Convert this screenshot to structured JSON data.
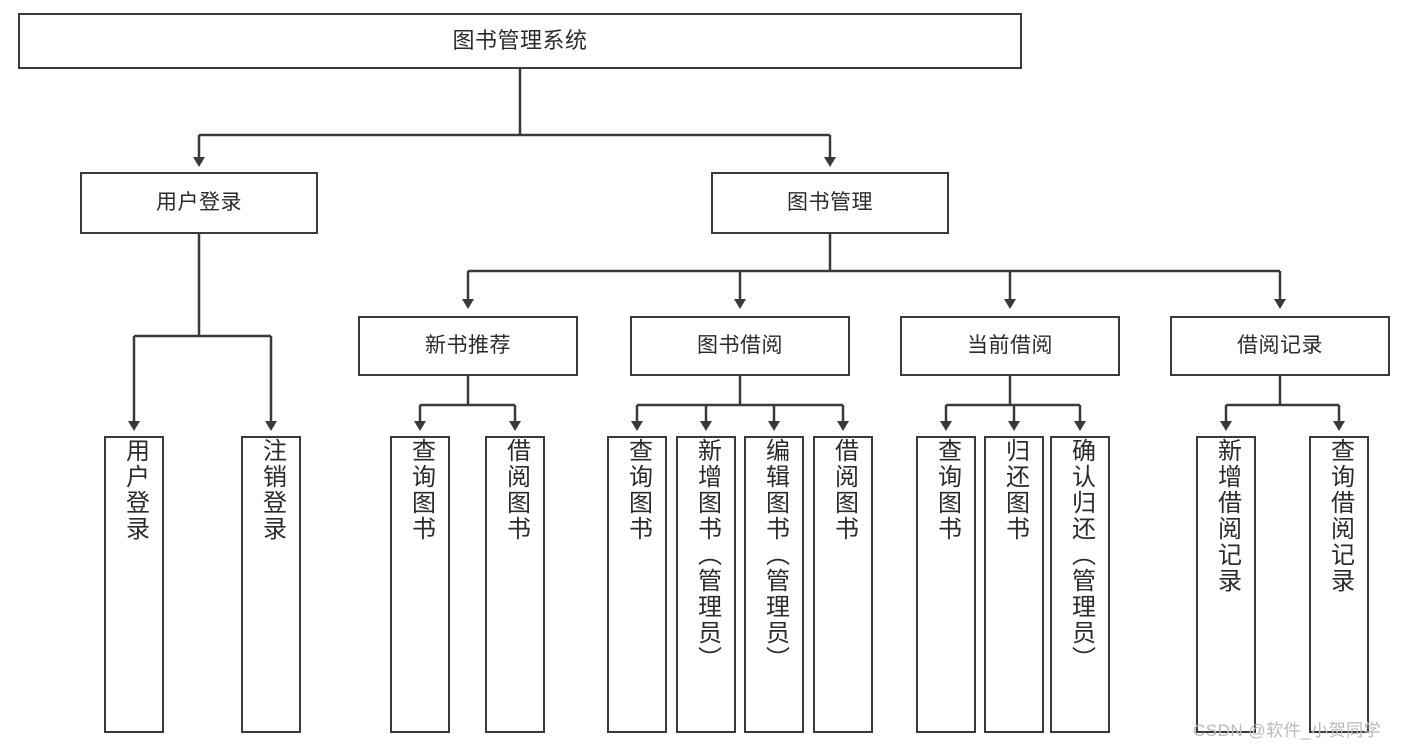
{
  "diagram": {
    "title": "图书管理系统",
    "type": "tree-hierarchy",
    "root": {
      "label": "图书管理系统"
    },
    "level2": [
      {
        "label": "用户登录"
      },
      {
        "label": "图书管理"
      }
    ],
    "level3": [
      {
        "label": "新书推荐"
      },
      {
        "label": "图书借阅"
      },
      {
        "label": "当前借阅"
      },
      {
        "label": "借阅记录"
      }
    ],
    "leaves": {
      "user_login": [
        {
          "label": "用户登录"
        },
        {
          "label": "注销登录"
        }
      ],
      "new_book_recommend": [
        {
          "label": "查询图书"
        },
        {
          "label": "借阅图书"
        }
      ],
      "book_borrow": [
        {
          "label": "查询图书"
        },
        {
          "label": "新增图书（管理员）"
        },
        {
          "label": "编辑图书（管理员）"
        },
        {
          "label": "借阅图书"
        }
      ],
      "current_borrow": [
        {
          "label": "查询图书"
        },
        {
          "label": "归还图书"
        },
        {
          "label": "确认归还（管理员）"
        }
      ],
      "borrow_record": [
        {
          "label": "新增借阅记录"
        },
        {
          "label": "查询借阅记录"
        }
      ]
    }
  },
  "watermark": {
    "text": "CSDN @软件_小贺同学"
  },
  "colors": {
    "border": "#3a3a3a",
    "text": "#2b2b2b",
    "background": "#ffffff",
    "watermark": "#b9b9b9"
  }
}
